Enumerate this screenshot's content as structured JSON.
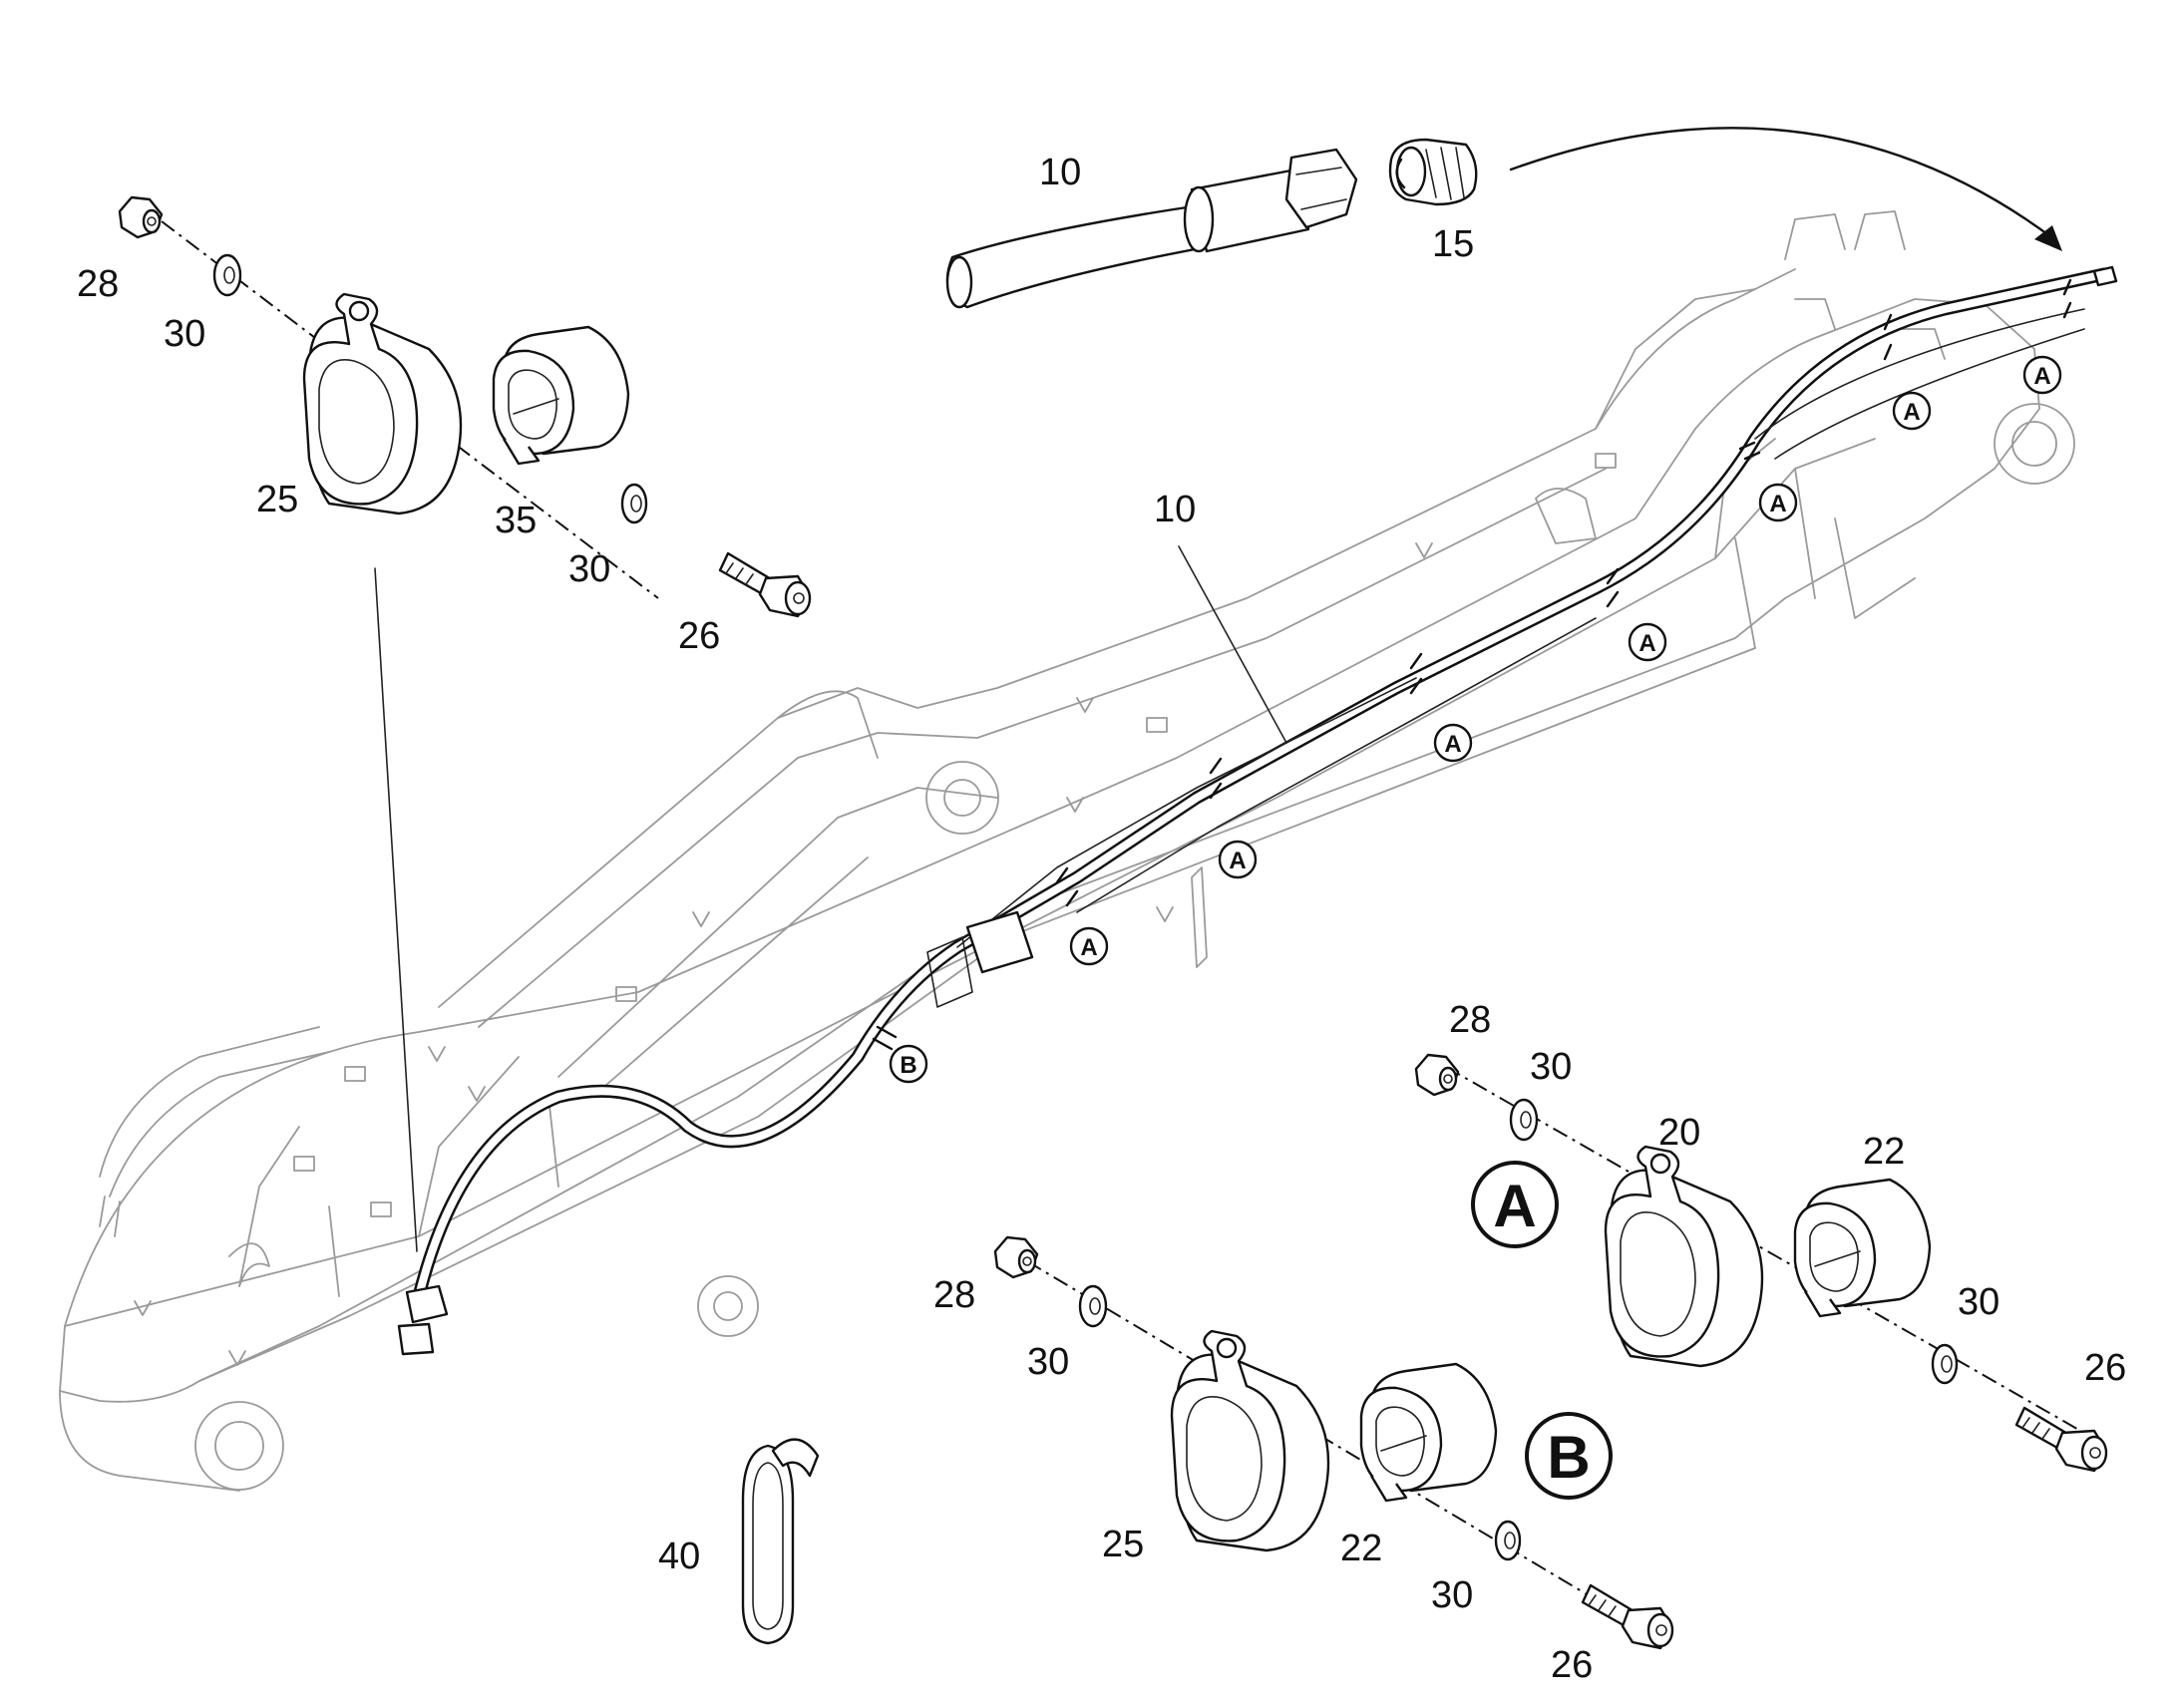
{
  "callouts": {
    "c10_top": "10",
    "c15": "15",
    "c28_tl": "28",
    "c30_tl_a": "30",
    "c25_tl": "25",
    "c35": "35",
    "c30_tl_b": "30",
    "c26_tl": "26",
    "c10_mid": "10",
    "c28_ra": "28",
    "c30_ra_a": "30",
    "c20": "20",
    "c22_ra": "22",
    "c30_ra_b": "30",
    "c26_ra": "26",
    "c28_b": "28",
    "c30_b_a": "30",
    "c25_b": "25",
    "c22_b": "22",
    "c30_b_b": "30",
    "c26_b": "26",
    "c40": "40"
  },
  "markers": {
    "a": "A",
    "b": "B"
  },
  "detail_labels": {
    "a": "A",
    "b": "B"
  }
}
